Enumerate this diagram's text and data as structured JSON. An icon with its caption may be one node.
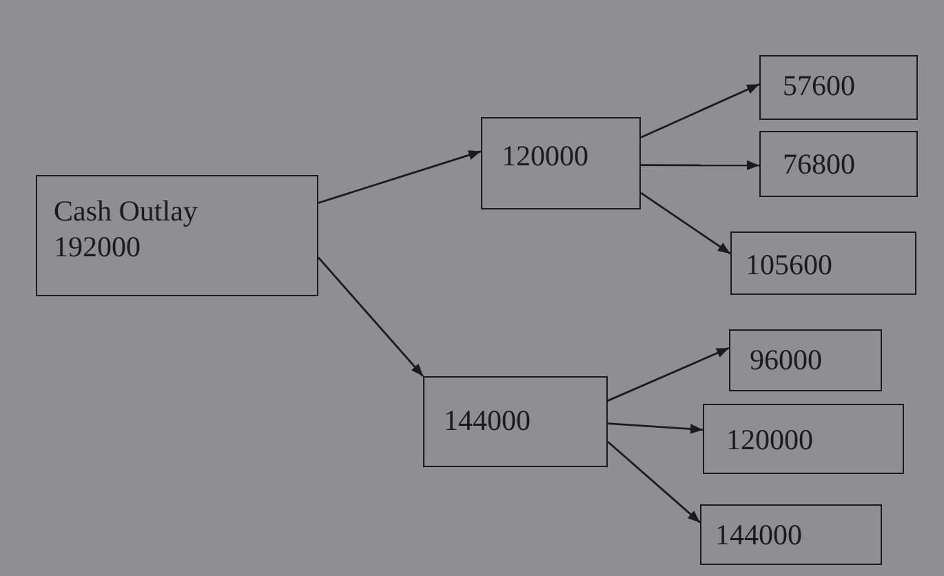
{
  "diagram": {
    "nodes": [
      {
        "text": [
          "Cash Outlay",
          "192000"
        ]
      },
      {
        "text": [
          "120000"
        ]
      },
      {
        "text": [
          "57600"
        ]
      },
      {
        "text": [
          "76800"
        ]
      },
      {
        "text": [
          "105600"
        ]
      },
      {
        "text": [
          "144000"
        ]
      },
      {
        "text": [
          "96000"
        ]
      },
      {
        "text": [
          "120000"
        ]
      },
      {
        "text": [
          "144000"
        ]
      }
    ],
    "edges": [
      {
        "from": 0,
        "to": 1,
        "arrow": "to"
      },
      {
        "from": 0,
        "to": 5,
        "arrow": "to"
      },
      {
        "from": 1,
        "to": 2,
        "arrow": "to"
      },
      {
        "from": 1,
        "to": 3,
        "arrow": "to"
      },
      {
        "from": 1,
        "to": 4,
        "arrow": "to"
      },
      {
        "from": 5,
        "to": 6,
        "arrow": "to"
      },
      {
        "from": 5,
        "to": 7,
        "arrow": "to"
      },
      {
        "from": 5,
        "to": 8,
        "arrow": "to"
      }
    ]
  }
}
